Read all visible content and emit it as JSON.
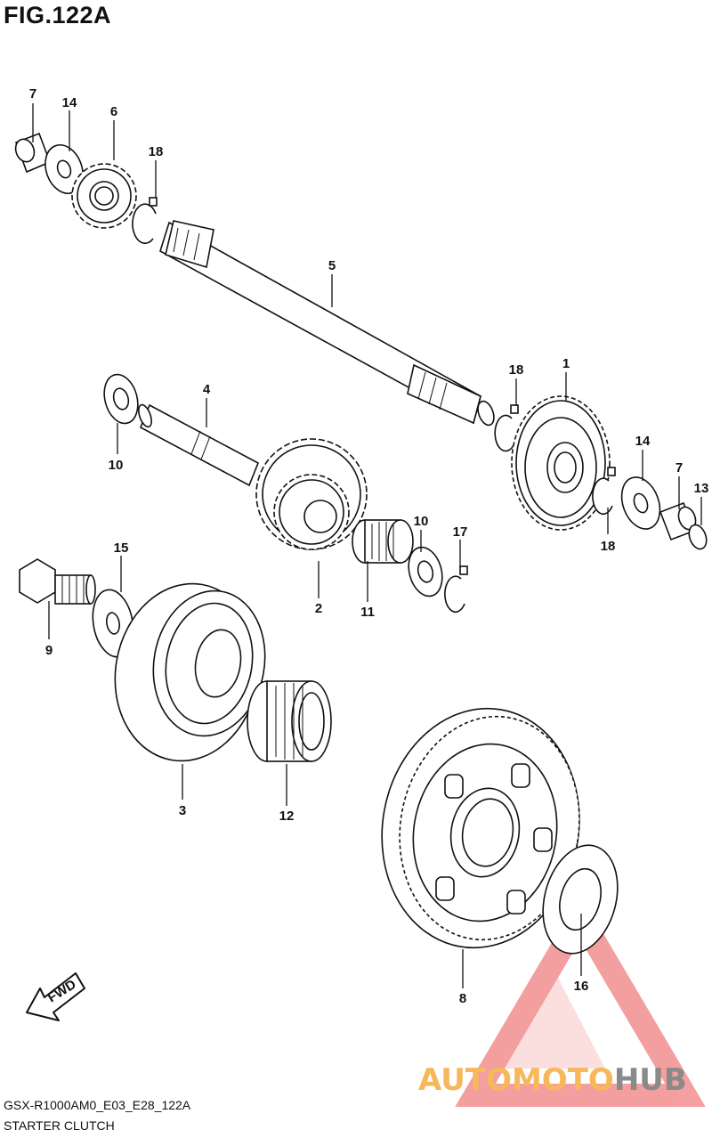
{
  "figure": {
    "title": "FIG.122A",
    "model_code": "GSX-R1000AM0_E03_E28_122A",
    "section_name": "STARTER CLUTCH"
  },
  "callouts": [
    "1",
    "2",
    "3",
    "4",
    "5",
    "6",
    "7",
    "8",
    "9",
    "10",
    "11",
    "12",
    "13",
    "14",
    "15",
    "16",
    "17",
    "18"
  ],
  "direction_badge": "FWD",
  "watermark": {
    "part1": "AUTOMOTO",
    "part2": "HUB",
    "accent_color": "#f6b85a",
    "triangle_color": "#f08080",
    "text_gray": "#8a8a8a"
  }
}
